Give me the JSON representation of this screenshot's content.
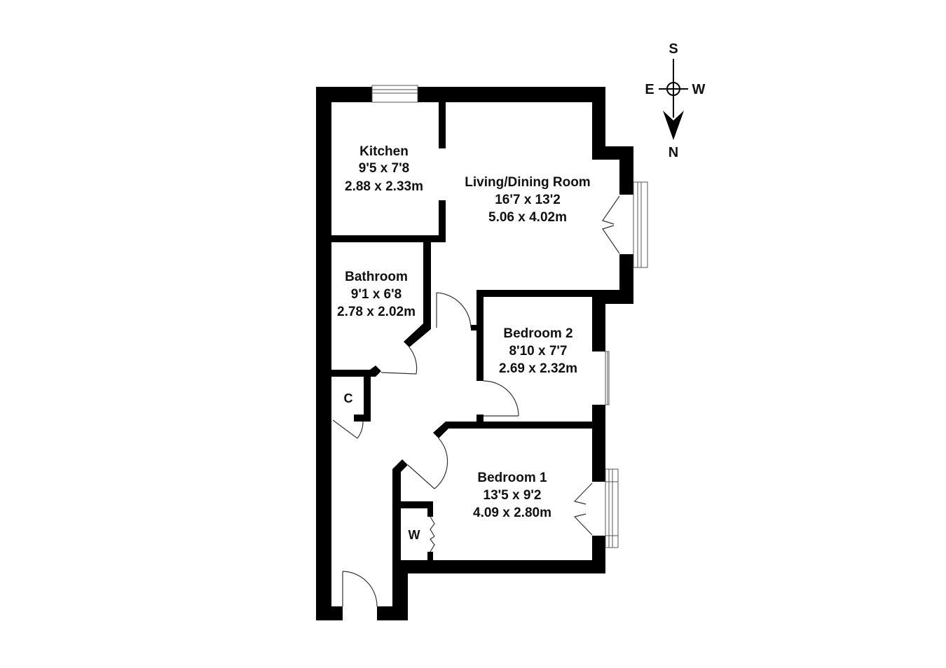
{
  "colors": {
    "wall": "#000000",
    "window": "#555555",
    "door": "#333333",
    "background": "#ffffff"
  },
  "rooms": [
    {
      "id": "kitchen",
      "name": "Kitchen",
      "imperial": "9'5 x 7'8",
      "metric": "2.88 x 2.33m"
    },
    {
      "id": "living",
      "name": "Living/Dining Room",
      "imperial": "16'7 x 13'2",
      "metric": "5.06 x 4.02m"
    },
    {
      "id": "bathroom",
      "name": "Bathroom",
      "imperial": "9'1 x 6'8",
      "metric": "2.78 x 2.02m"
    },
    {
      "id": "bedroom2",
      "name": "Bedroom 2",
      "imperial": "8'10 x 7'7",
      "metric": "2.69 x 2.32m"
    },
    {
      "id": "bedroom1",
      "name": "Bedroom 1",
      "imperial": "13'5 x 9'2",
      "metric": "4.09 x 2.80m"
    }
  ],
  "cupboards": {
    "c": "C",
    "w": "W"
  },
  "compass": {
    "top": "S",
    "left": "E",
    "right": "W",
    "bottom": "N",
    "icon": "compass-rose-icon"
  }
}
